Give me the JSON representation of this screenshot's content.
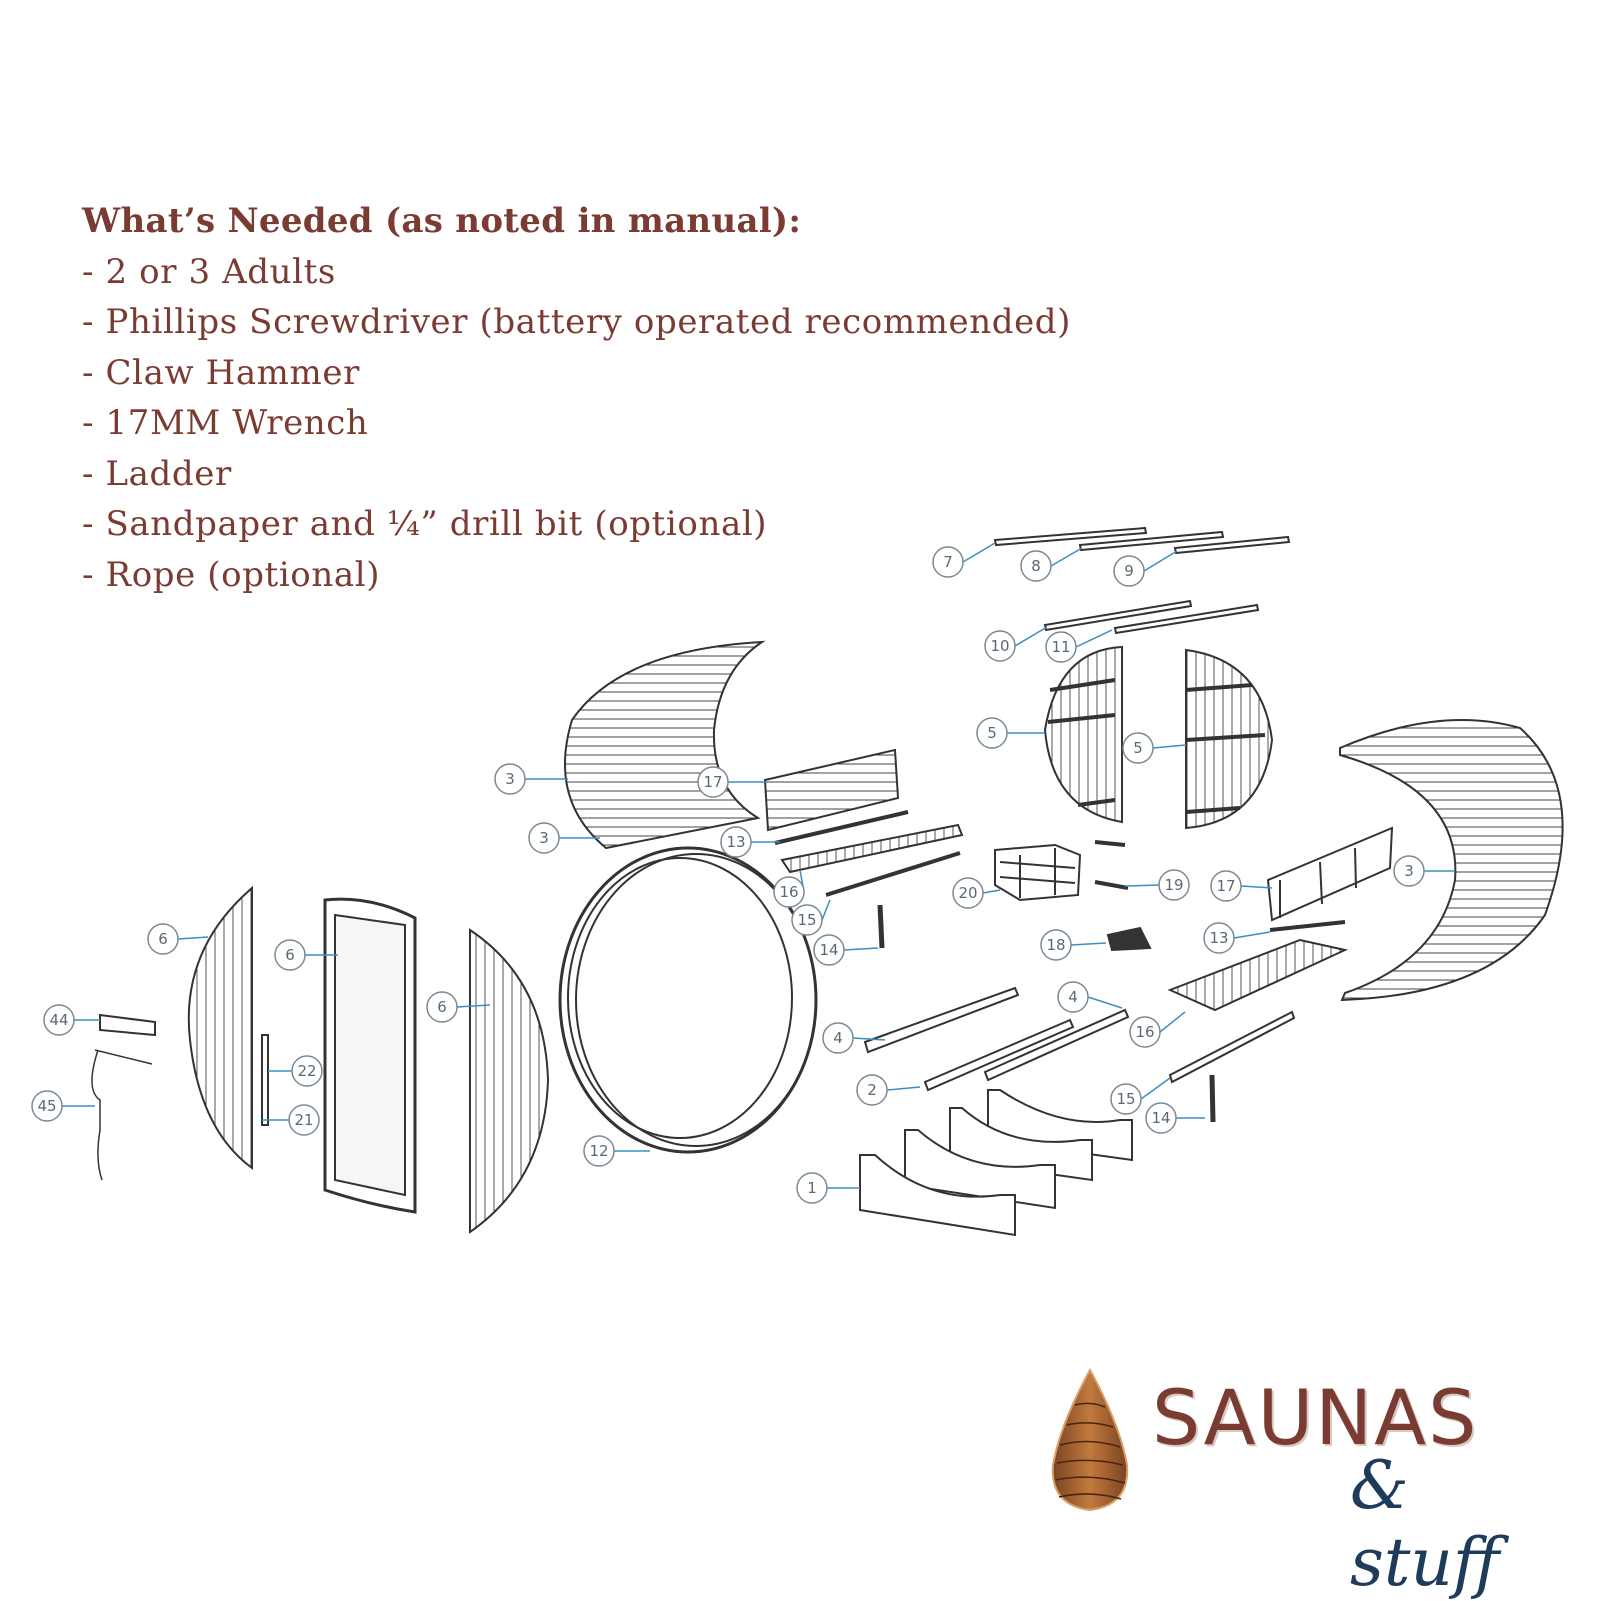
{
  "needs": {
    "title": "What’s Needed (as noted in manual):",
    "items": [
      "- 2 or 3 Adults",
      "- Phillips Screwdriver (battery operated recommended)",
      "- Claw Hammer",
      "- 17MM Wrench",
      "- Ladder",
      "- Sandpaper and ¼” drill bit (optional)",
      "- Rope (optional)"
    ]
  },
  "diagram": {
    "callouts": [
      "7",
      "8",
      "9",
      "10",
      "11",
      "5",
      "5",
      "3",
      "17",
      "3",
      "13",
      "16",
      "15",
      "14",
      "20",
      "19",
      "17",
      "3",
      "18",
      "13",
      "6",
      "6",
      "6",
      "44",
      "22",
      "21",
      "45",
      "4",
      "4",
      "16",
      "2",
      "15",
      "14",
      "12",
      "1"
    ]
  },
  "logo": {
    "brand": "SAUNAS",
    "sub": "& stuff"
  },
  "colors": {
    "text": "#7a3b32",
    "logo_blue": "#1f3b5a",
    "callout": "#3a8fc0"
  }
}
